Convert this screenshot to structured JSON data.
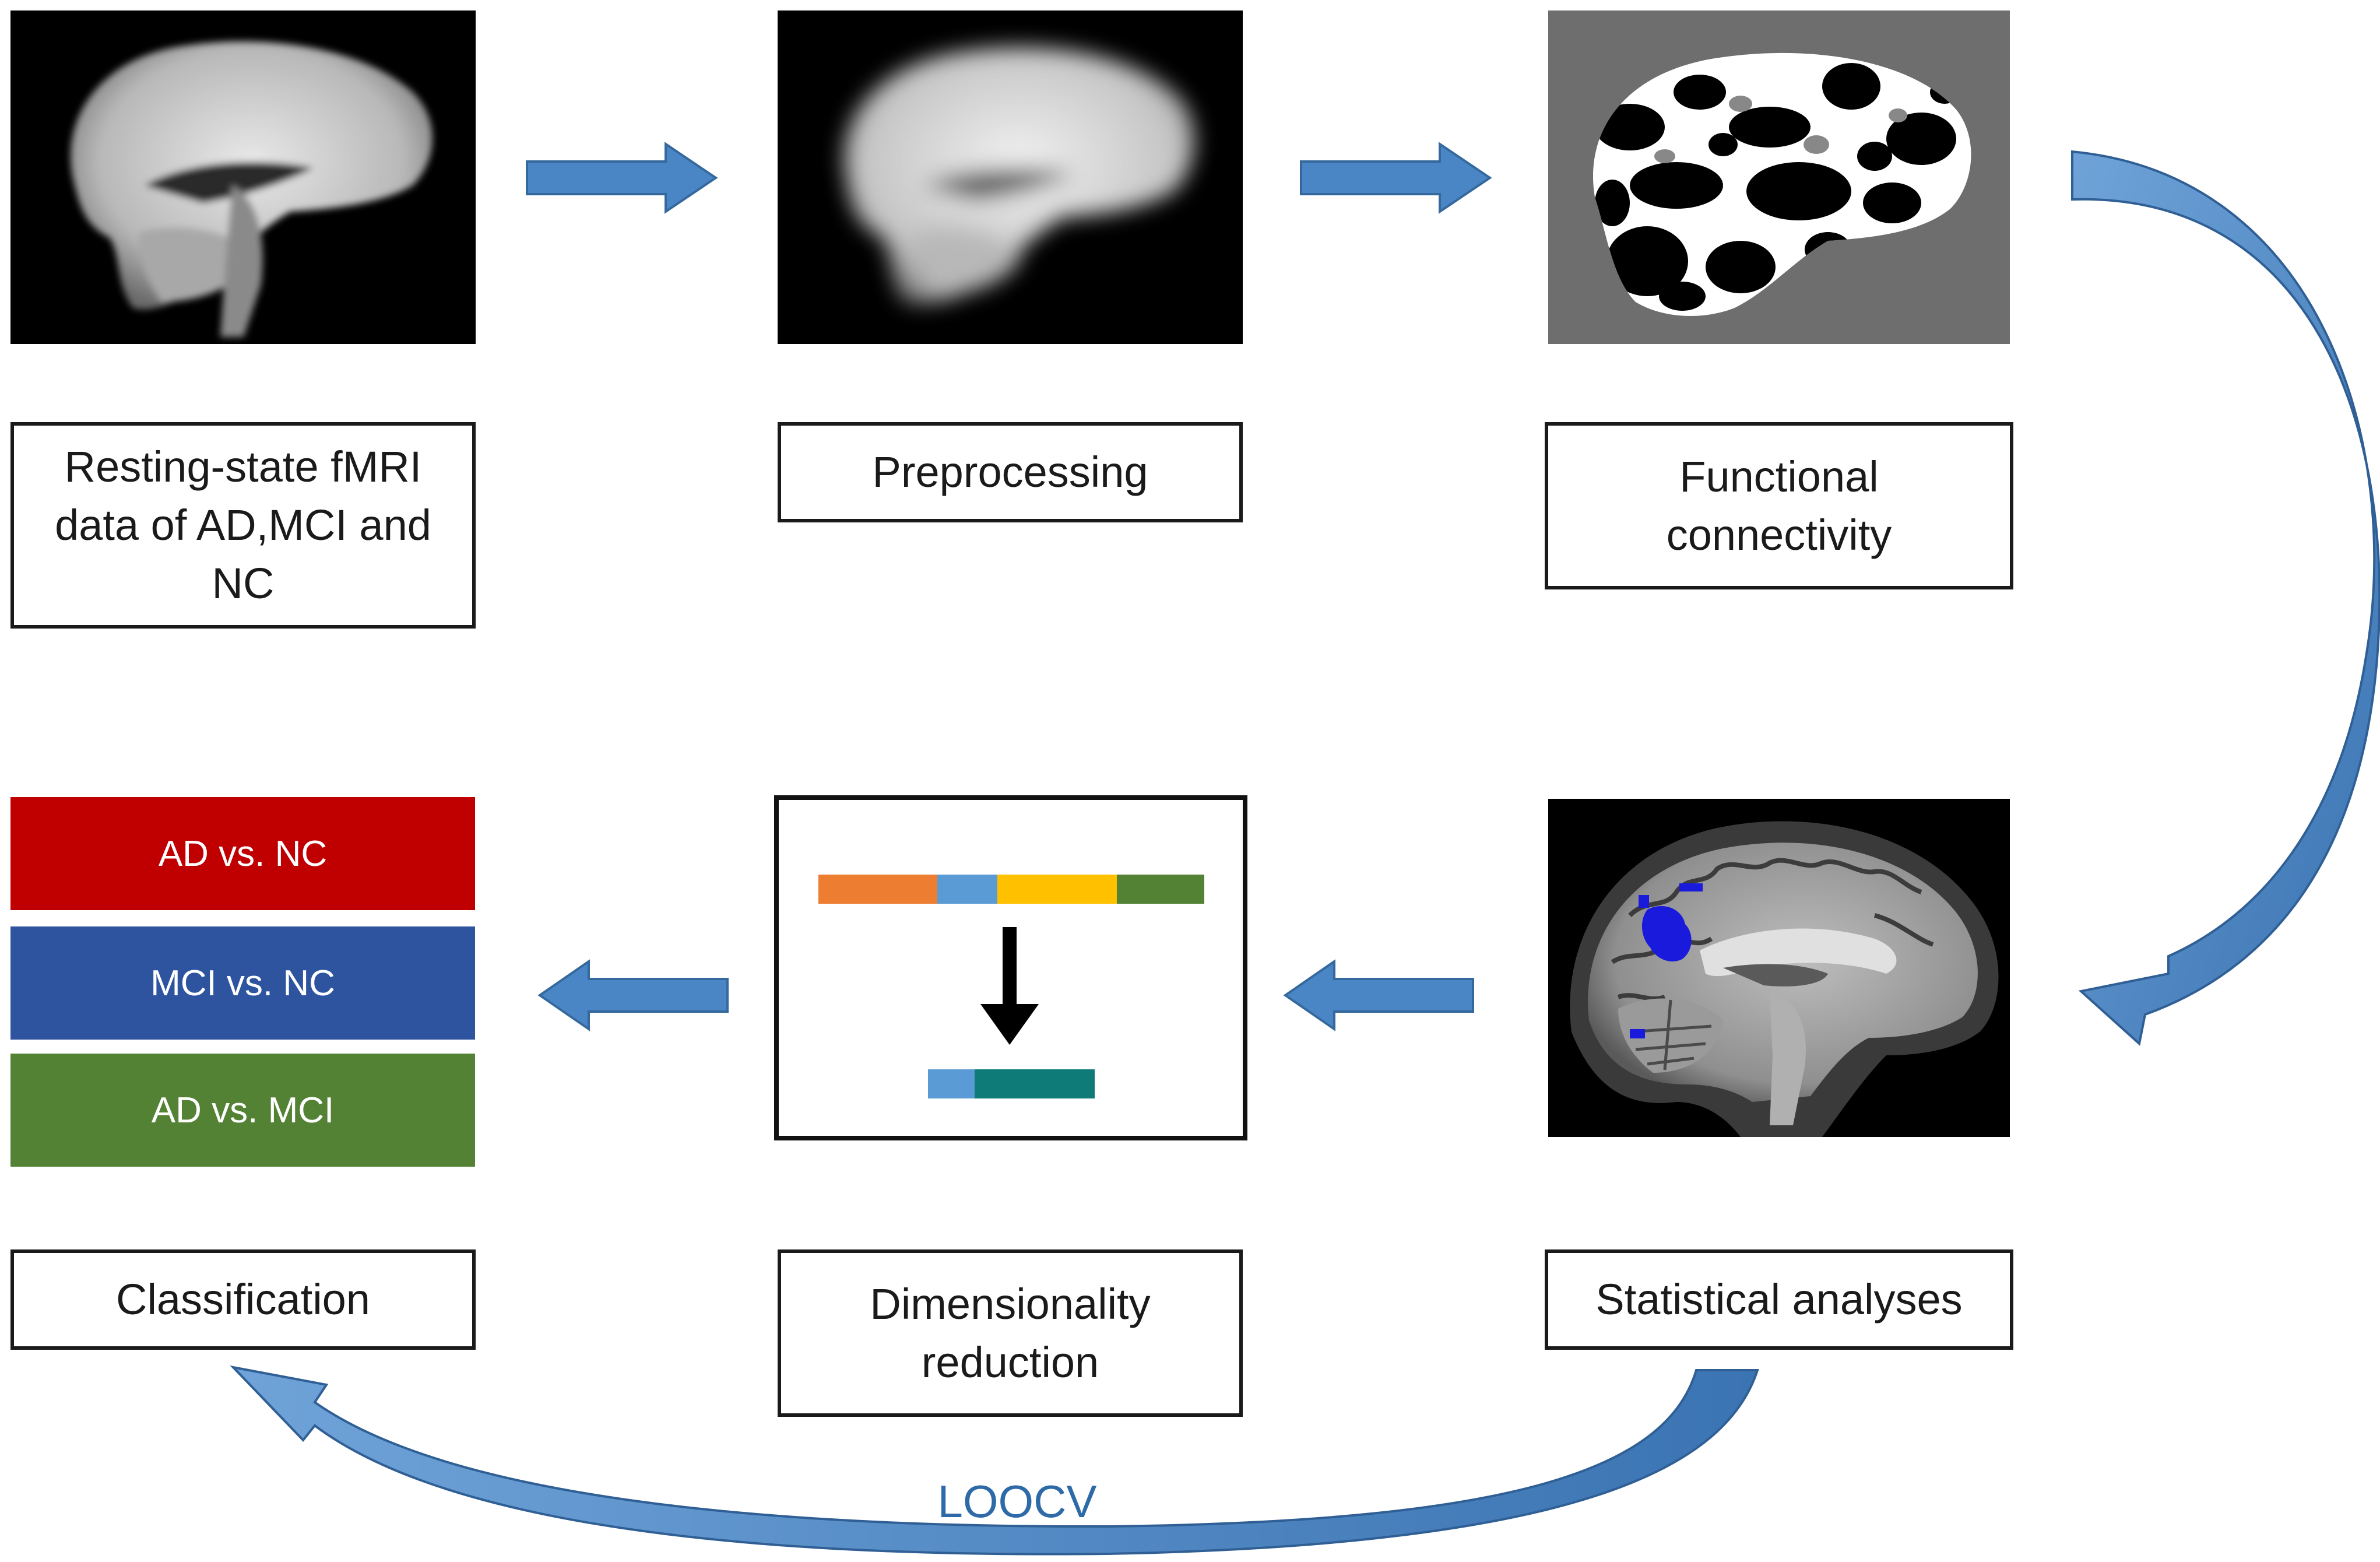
{
  "steps": {
    "data": {
      "label": "Resting-state fMRI data of AD,MCI and NC"
    },
    "preprocessing": {
      "label": "Preprocessing"
    },
    "functional": {
      "label": "Functional connectivity"
    },
    "statistical": {
      "label": "Statistical analyses"
    },
    "dimensionality": {
      "label": "Dimensionality reduction"
    },
    "classification": {
      "label": "Classification"
    }
  },
  "classes": [
    {
      "label": "AD vs. NC",
      "color": "#c00000"
    },
    {
      "label": "MCI vs. NC",
      "color": "#2e54a0"
    },
    {
      "label": "AD vs. MCI",
      "color": "#548235"
    }
  ],
  "loop_label": "LOOCV",
  "colors": {
    "arrow": "#4a86c5",
    "feature_orange": "#ed7d31",
    "feature_blue": "#5b9bd5",
    "feature_yellow": "#ffc000",
    "feature_green": "#548235",
    "feature_teal": "#0e7b78",
    "activation": "#1a1adc"
  },
  "icons": [
    "brain-raw-icon",
    "brain-smoothed-icon",
    "connectivity-map-icon",
    "brain-activation-icon",
    "down-arrow-icon"
  ]
}
